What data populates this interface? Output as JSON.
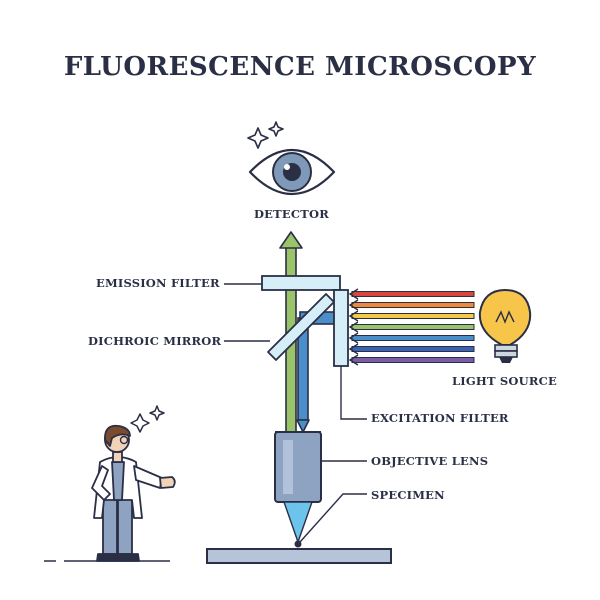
{
  "title": "FLUORESCENCE MICROSCOPY",
  "labels": {
    "detector": "DETECTOR",
    "emission_filter": "EMISSION FILTER",
    "dichroic_mirror": "DICHROIC MIRROR",
    "light_source": "LIGHT SOURCE",
    "excitation_filter": "EXCITATION FILTER",
    "objective_lens": "OBJECTIVE LENS",
    "specimen": "SPECIMEN"
  },
  "colors": {
    "outline": "#2a2f45",
    "emission_beam": "#9bc46a",
    "excitation_beam": "#4a8fc9",
    "filter_fill": "#d6eef8",
    "bulb": "#f6c54a",
    "lens_body": "#8ea2c2",
    "specimen_cone": "#6cc3ec",
    "light_rays": [
      "#d9473c",
      "#ee8a3a",
      "#f3c94a",
      "#9bc46a",
      "#4a8fc9",
      "#3b63b3",
      "#7b5aa6"
    ]
  },
  "icons": {
    "eye": "eye-icon",
    "bulb": "light-bulb-icon",
    "sparkle": "sparkle-icon",
    "scientist": "scientist-figure"
  }
}
